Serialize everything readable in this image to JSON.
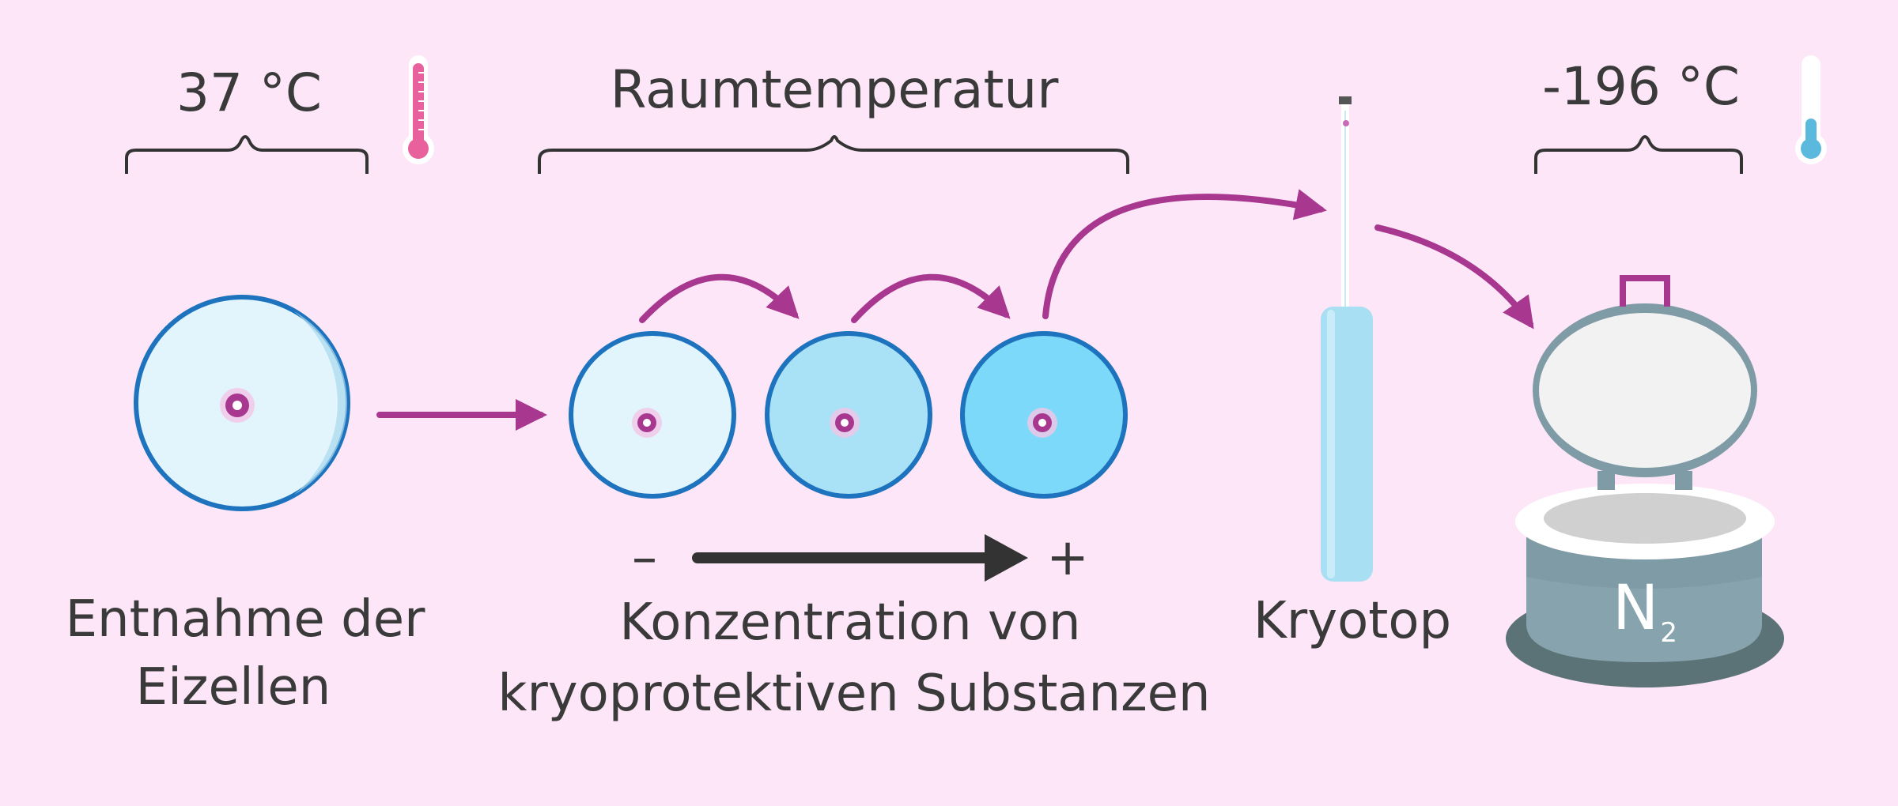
{
  "labels": {
    "temp_body": "37 °C",
    "temp_room": "Raumtemperatur",
    "temp_cold": "-196 °C",
    "retrieval_line1": "Entnahme der",
    "retrieval_line2": "Eizellen",
    "concentration_line1": "Konzentration von",
    "concentration_line2": "kryoprotektiven Substanzen",
    "kryotop": "Kryotop",
    "nitrogen_symbol": "N",
    "nitrogen_subscript": "2",
    "scale_minus": "–",
    "scale_plus": "+"
  },
  "icons": {
    "warm_thermometer": "thermometer-warm-icon",
    "cold_thermometer": "thermometer-cold-icon",
    "container": "liquid-nitrogen-tank-icon",
    "straw": "kryotop-straw-icon"
  },
  "colors": {
    "background": "#fde6f7",
    "arrow_purple": "#a8378f",
    "dish_outline": "#1e73be",
    "dish_fill_1": "#e2f5fd",
    "dish_fill_2": "#a9e2f7",
    "dish_fill_3": "#7cd9f9",
    "scale_arrow": "#333333",
    "thermometer_warm": "#e8609c",
    "thermometer_cold": "#5ab9dc",
    "tank_body": "#7f9ba6",
    "tank_base": "#5b7277"
  }
}
